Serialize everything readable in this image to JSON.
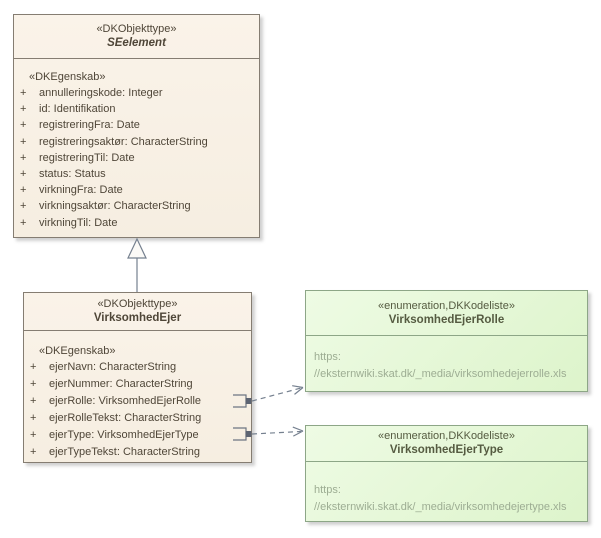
{
  "diagram": {
    "kind": "uml-class-diagram",
    "background": "#ffffff",
    "colors": {
      "class_fill": "#f8f0e5",
      "class_border": "#857d72",
      "class_text": "#4f4638",
      "enum_fill": "#e4f8d4",
      "enum_border": "#8da687",
      "enum_title_text": "#555b41",
      "enum_link_text": "#9dad93",
      "connector": "#75808f"
    }
  },
  "classes": {
    "seelement": {
      "stereotype": "«DKObjekttype»",
      "name": "SEelement",
      "section_label": "«DKEgenskab»",
      "attributes": [
        {
          "vis": "+",
          "text": "annulleringskode: Integer"
        },
        {
          "vis": "+",
          "text": "id: Identifikation"
        },
        {
          "vis": "+",
          "text": "registreringFra: Date"
        },
        {
          "vis": "+",
          "text": "registreringsaktør: CharacterString"
        },
        {
          "vis": "+",
          "text": "registreringTil: Date"
        },
        {
          "vis": "+",
          "text": "status: Status"
        },
        {
          "vis": "+",
          "text": "virkningFra: Date"
        },
        {
          "vis": "+",
          "text": "virkningsaktør: CharacterString"
        },
        {
          "vis": "+",
          "text": "virkningTil: Date"
        }
      ]
    },
    "virksomhedejer": {
      "stereotype": "«DKObjekttype»",
      "name": "VirksomhedEjer",
      "section_label": "«DKEgenskab»",
      "attributes": [
        {
          "vis": "+",
          "text": "ejerNavn: CharacterString"
        },
        {
          "vis": "+",
          "text": "ejerNummer: CharacterString"
        },
        {
          "vis": "+",
          "text": "ejerRolle: VirksomhedEjerRolle"
        },
        {
          "vis": "+",
          "text": "ejerRolleTekst: CharacterString"
        },
        {
          "vis": "+",
          "text": "ejerType: VirksomhedEjerType"
        },
        {
          "vis": "+",
          "text": "ejerTypeTekst: CharacterString"
        }
      ]
    }
  },
  "enumerations": {
    "rolle": {
      "stereotype": "«enumeration,DKKodeliste»",
      "name": "VirksomhedEjerRolle",
      "link_line1": "https:",
      "link_line2": "//eksternwiki.skat.dk/_media/virksomhedejerrolle.xls"
    },
    "type": {
      "stereotype": "«enumeration,DKKodeliste»",
      "name": "VirksomhedEjerType",
      "link_line1": "https:",
      "link_line2": "//eksternwiki.skat.dk/_media/virksomhedejertype.xls"
    }
  },
  "relations": [
    {
      "type": "generalization",
      "from": "VirksomhedEjer",
      "to": "SEelement",
      "line": "solid",
      "head": "hollow-triangle"
    },
    {
      "type": "dependency",
      "from": "VirksomhedEjer.ejerRolle",
      "to": "VirksomhedEjerRolle",
      "line": "dashed",
      "head": "open-arrow"
    },
    {
      "type": "dependency",
      "from": "VirksomhedEjer.ejerType",
      "to": "VirksomhedEjerType",
      "line": "dashed",
      "head": "open-arrow"
    }
  ]
}
